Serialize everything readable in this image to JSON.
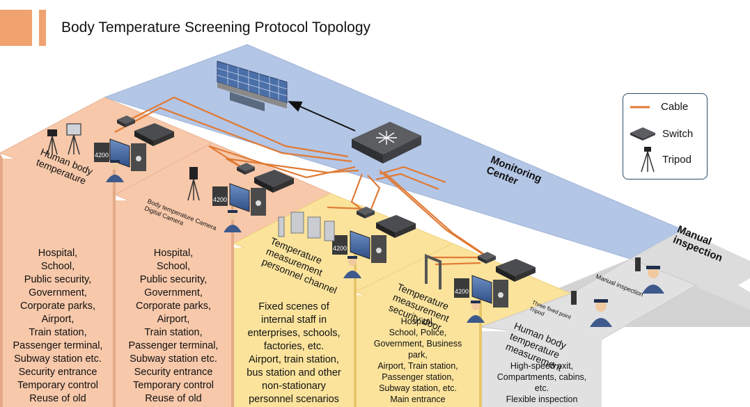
{
  "title": "Body Temperature Screening Protocol Topology",
  "legend": {
    "cable": "Cable",
    "switch": "Switch",
    "tripod": "Tripod"
  },
  "zones": {
    "monitoring": "Monitoring Center",
    "manual": "Manual inspection",
    "human_body": "Human body temperature",
    "camera": "Body temperature Camera Digital Camera",
    "channel": "Temperature measurement personnel channel",
    "door": "Temperature measurement security door",
    "human_body_2": "Human body temperature measurement"
  },
  "device_labels": {
    "pc_model": "4200",
    "manual_inspection_small": "Manual inspection",
    "three_fixed_tripod": "Three fixed point Tripod"
  },
  "columns": {
    "col1": [
      "Hospital,",
      "School,",
      "Public security,",
      "Government,",
      "Corporate parks,",
      "Airport,",
      "Train station,",
      "Passenger terminal,",
      "Subway station etc.",
      "Security entrance",
      "Temporary control",
      "Reuse of old"
    ],
    "col2": [
      "Hospital,",
      "School,",
      "Public security,",
      "Government,",
      "Corporate parks,",
      "Airport,",
      "Train station,",
      "Passenger terminal,",
      "Subway station etc.",
      "Security entrance",
      "Temporary control",
      "Reuse of old"
    ],
    "col3": [
      "Fixed scenes of",
      "internal staff in",
      "enterprises, schools,",
      "factories, etc.",
      "Airport, train station,",
      "bus station and other",
      "non-stationary",
      "personnel scenarios"
    ],
    "col4": [
      "Hospital,",
      "School, Police,",
      "Government, Business",
      "park,",
      "Airport, Train station,",
      "Passenger station,",
      "Subway station, etc.",
      "Main entrance"
    ],
    "col5": [
      "High-speed exit,",
      "Compartments, cabins,",
      "etc.",
      "Flexible inspection"
    ]
  },
  "colors": {
    "accent": "#f0a36f",
    "cable": "#e07a34",
    "monitor_bg": "#b3c6e6",
    "salmon": "#f7c8aa",
    "yellow": "#fbe39c",
    "grey": "#dcdcdc"
  }
}
